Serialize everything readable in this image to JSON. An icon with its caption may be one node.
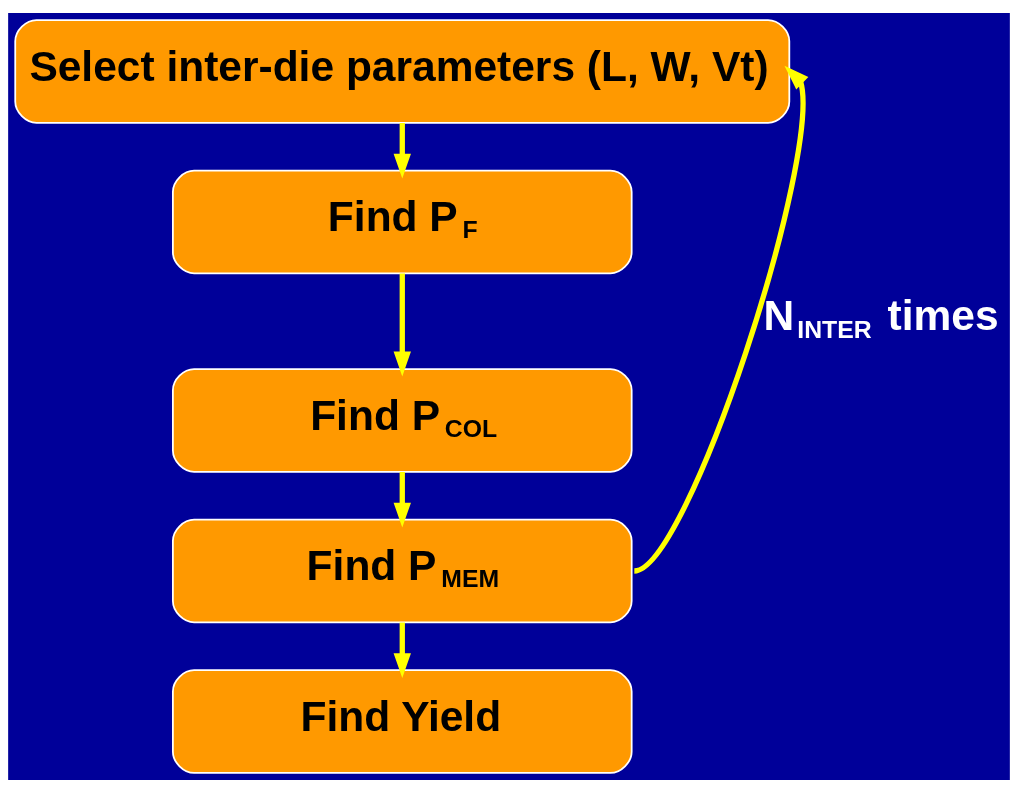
{
  "diagram": {
    "nodes": [
      {
        "text": [
          "Select inter-die parameters (L, W, Vt)"
        ]
      },
      {
        "text": [
          "Find P$_{F}$"
        ]
      },
      {
        "text": [
          "Find P$_{COL}$"
        ]
      },
      {
        "text": [
          "Find P$_{MEM}$"
        ]
      },
      {
        "text": [
          "Find Yield"
        ]
      }
    ],
    "edges": [
      {
        "from": 0,
        "to": 1,
        "arrow": "to"
      },
      {
        "from": 1,
        "to": 2,
        "arrow": "to"
      },
      {
        "from": 2,
        "to": 3,
        "arrow": "to"
      },
      {
        "from": 3,
        "to": 4,
        "arrow": "to"
      },
      {
        "from": 3,
        "to": 0,
        "arrow": "to",
        "label": "N$_{INTER}$ times"
      }
    ]
  }
}
